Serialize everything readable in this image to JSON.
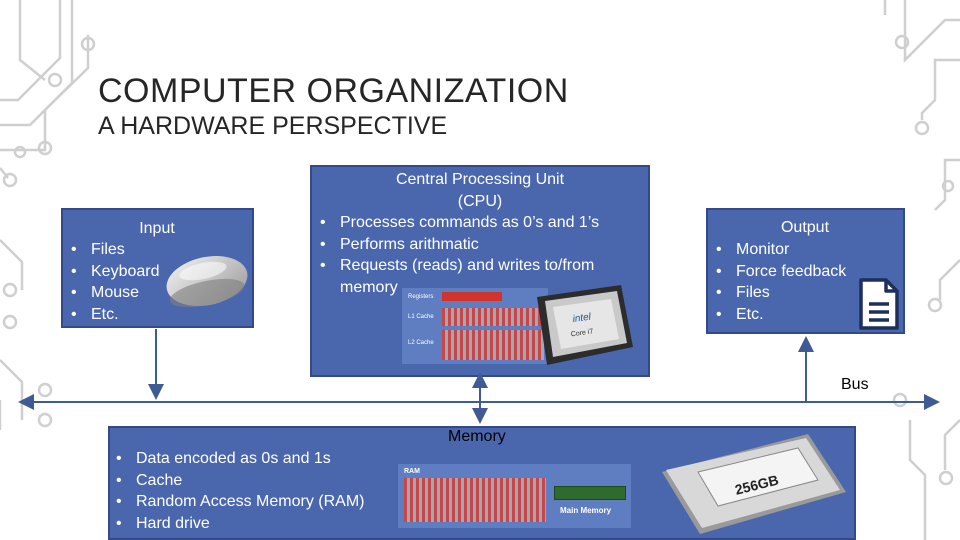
{
  "slide": {
    "title": "COMPUTER ORGANIZATION",
    "subtitle": "A HARDWARE PERSPECTIVE"
  },
  "input_box": {
    "title": "Input",
    "items": [
      "Files",
      "Keyboard",
      "Mouse",
      "Etc."
    ]
  },
  "cpu_box": {
    "title_line1": "Central Processing Unit",
    "title_line2": "(CPU)",
    "items": [
      "Processes commands as 0’s and 1’s",
      "Performs arithmatic",
      "Requests (reads) and writes to/from memory"
    ],
    "cache_labels": [
      "Registers",
      "L1 Cache",
      "L2 Cache"
    ],
    "chip_brand": "intel",
    "chip_model": "Core i7"
  },
  "output_box": {
    "title": "Output",
    "items": [
      "Monitor",
      "Force feedback",
      "Files",
      "Etc."
    ]
  },
  "bus": {
    "label": "Bus"
  },
  "memory_box": {
    "title": "Memory",
    "items": [
      "Data encoded as 0s and 1s",
      "Cache",
      "Random Access Memory (RAM)",
      "Hard drive"
    ],
    "ram_label": "RAM",
    "main_memory_label": "Main Memory",
    "ssd_label": "256GB"
  },
  "colors": {
    "box_fill": "#4a67ad",
    "box_border": "#34498a",
    "circuit": "#c8c8c8",
    "bus_line": "#3f5b94"
  },
  "icons": [
    "mouse-icon",
    "cpu-chip-icon",
    "document-icon",
    "ssd-drive-icon"
  ]
}
